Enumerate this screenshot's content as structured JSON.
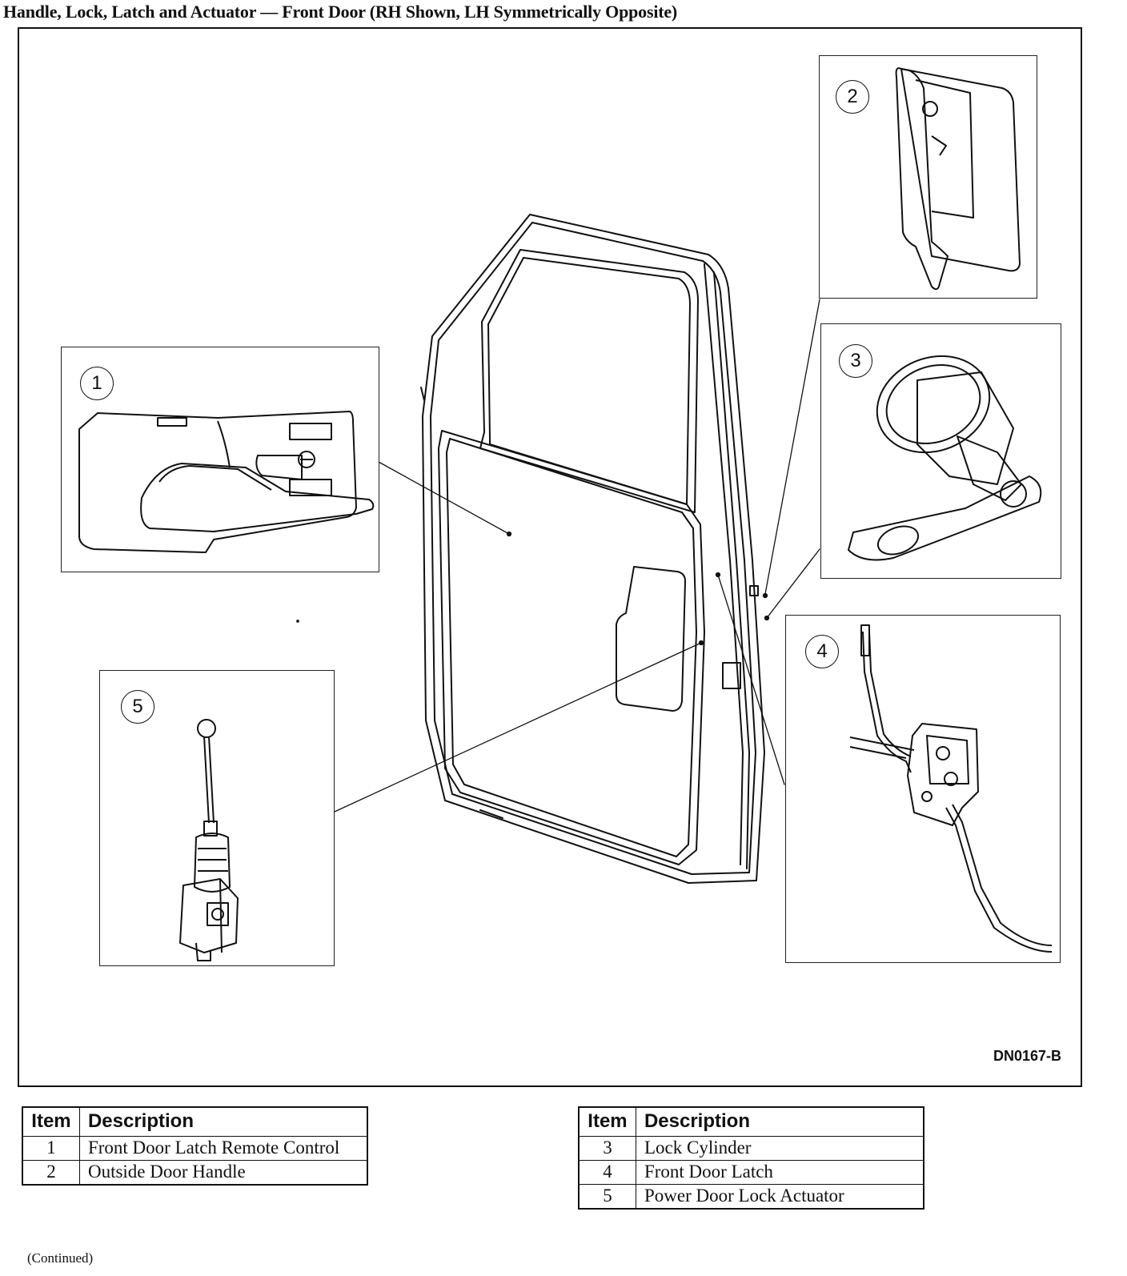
{
  "title": "Handle, Lock, Latch and Actuator — Front Door (RH Shown, LH Symmetrically Opposite)",
  "figure_id": "DN0167-B",
  "callouts": [
    "1",
    "2",
    "3",
    "4",
    "5"
  ],
  "tables": [
    {
      "headers": {
        "item": "Item",
        "description": "Description"
      },
      "rows": [
        {
          "item": "1",
          "description": "Front Door Latch Remote Control"
        },
        {
          "item": "2",
          "description": "Outside Door Handle"
        }
      ]
    },
    {
      "headers": {
        "item": "Item",
        "description": "Description"
      },
      "rows": [
        {
          "item": "3",
          "description": "Lock Cylinder"
        },
        {
          "item": "4",
          "description": "Front Door Latch"
        },
        {
          "item": "5",
          "description": "Power Door Lock Actuator"
        }
      ]
    }
  ],
  "continued": "(Continued)"
}
